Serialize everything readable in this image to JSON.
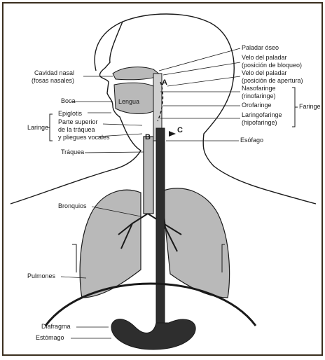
{
  "labels": {
    "cavidad_nasal": [
      "Cavidad nasal",
      "(fosas nasales)"
    ],
    "boca": "Boca",
    "lengua": "Lengua",
    "laringe": "Laringe",
    "epiglotis": "Epiglotis",
    "parte_superior": [
      "Parte superior",
      "de la tráquea",
      "y pliegues vocales"
    ],
    "traquea": "Tráquea",
    "bronquios": "Bronquios",
    "pulmones": "Pulmones",
    "diafragma": "Diafragma",
    "estomago": "Estómago",
    "paladar_oseo": "Paladar óseo",
    "velo_bloqueo": [
      "Velo del paladar",
      "(posición de bloqueo)"
    ],
    "velo_apertura": [
      "Velo del paladar",
      "(posición de apertura)"
    ],
    "nasofaringe": [
      "Nasofaringe",
      "(rinofaringe)"
    ],
    "orofaringe": "Orofaringe",
    "laringofaringe": [
      "Laringofaringe",
      "(hipofaringe)"
    ],
    "faringe": "Faringe",
    "esofago": "Esófago"
  },
  "markers": {
    "a": "A",
    "b": "B",
    "c": "C"
  },
  "colors": {
    "frame": "#3a2e1e",
    "ink": "#1a1a1a",
    "grey_fill": "#b9b9b9",
    "dark_fill": "#2e2e2e"
  }
}
